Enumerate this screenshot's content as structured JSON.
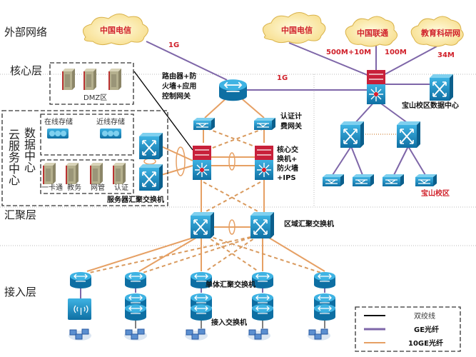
{
  "layers": {
    "external": "外部网络",
    "core": "核心层",
    "aggregation": "汇聚层",
    "access": "接入层"
  },
  "clouds": [
    "中国电信",
    "中国电信",
    "中国联通",
    "教育科研网"
  ],
  "bandwidth": {
    "left_uplink": "1G",
    "router_link": "1G",
    "telecom": "500M+10M",
    "unicom": "100M",
    "cernet": "34M"
  },
  "labels": {
    "router": [
      "路由器+防",
      "火墙+应用",
      "控制网关"
    ],
    "dmz": "DMZ区",
    "auth_gateway": [
      "认证计",
      "费网关"
    ],
    "core_switch": [
      "核心交",
      "换机+",
      "防火墙",
      "+IPS"
    ],
    "cloud_center": "云服务中心",
    "data_center": "数据中心",
    "online_storage": "在线存储",
    "nearline_storage": "近线存储",
    "servers": [
      "一卡通",
      "教务",
      "网管",
      "认证"
    ],
    "server_agg_switch": "服务器汇聚交换机",
    "baoshan_dc": "宝山校区数据中心",
    "baoshan_campus": "宝山校区",
    "region_agg_switch": "区域汇聚交换机",
    "single_agg_switch": "单体汇聚交换机",
    "access_switch": "接入交换机"
  },
  "legend": [
    {
      "label": "双绞线",
      "color": "#111111"
    },
    {
      "label": "GE光纤",
      "color": "#7e66a8"
    },
    {
      "label": "10GE光纤",
      "color": "#e6a064"
    }
  ],
  "colors": {
    "accent_red": "#d0202a",
    "device_blue": "#1b8fc4",
    "ge_fiber": "#7e66a8",
    "tenge_fiber": "#e6a064"
  }
}
